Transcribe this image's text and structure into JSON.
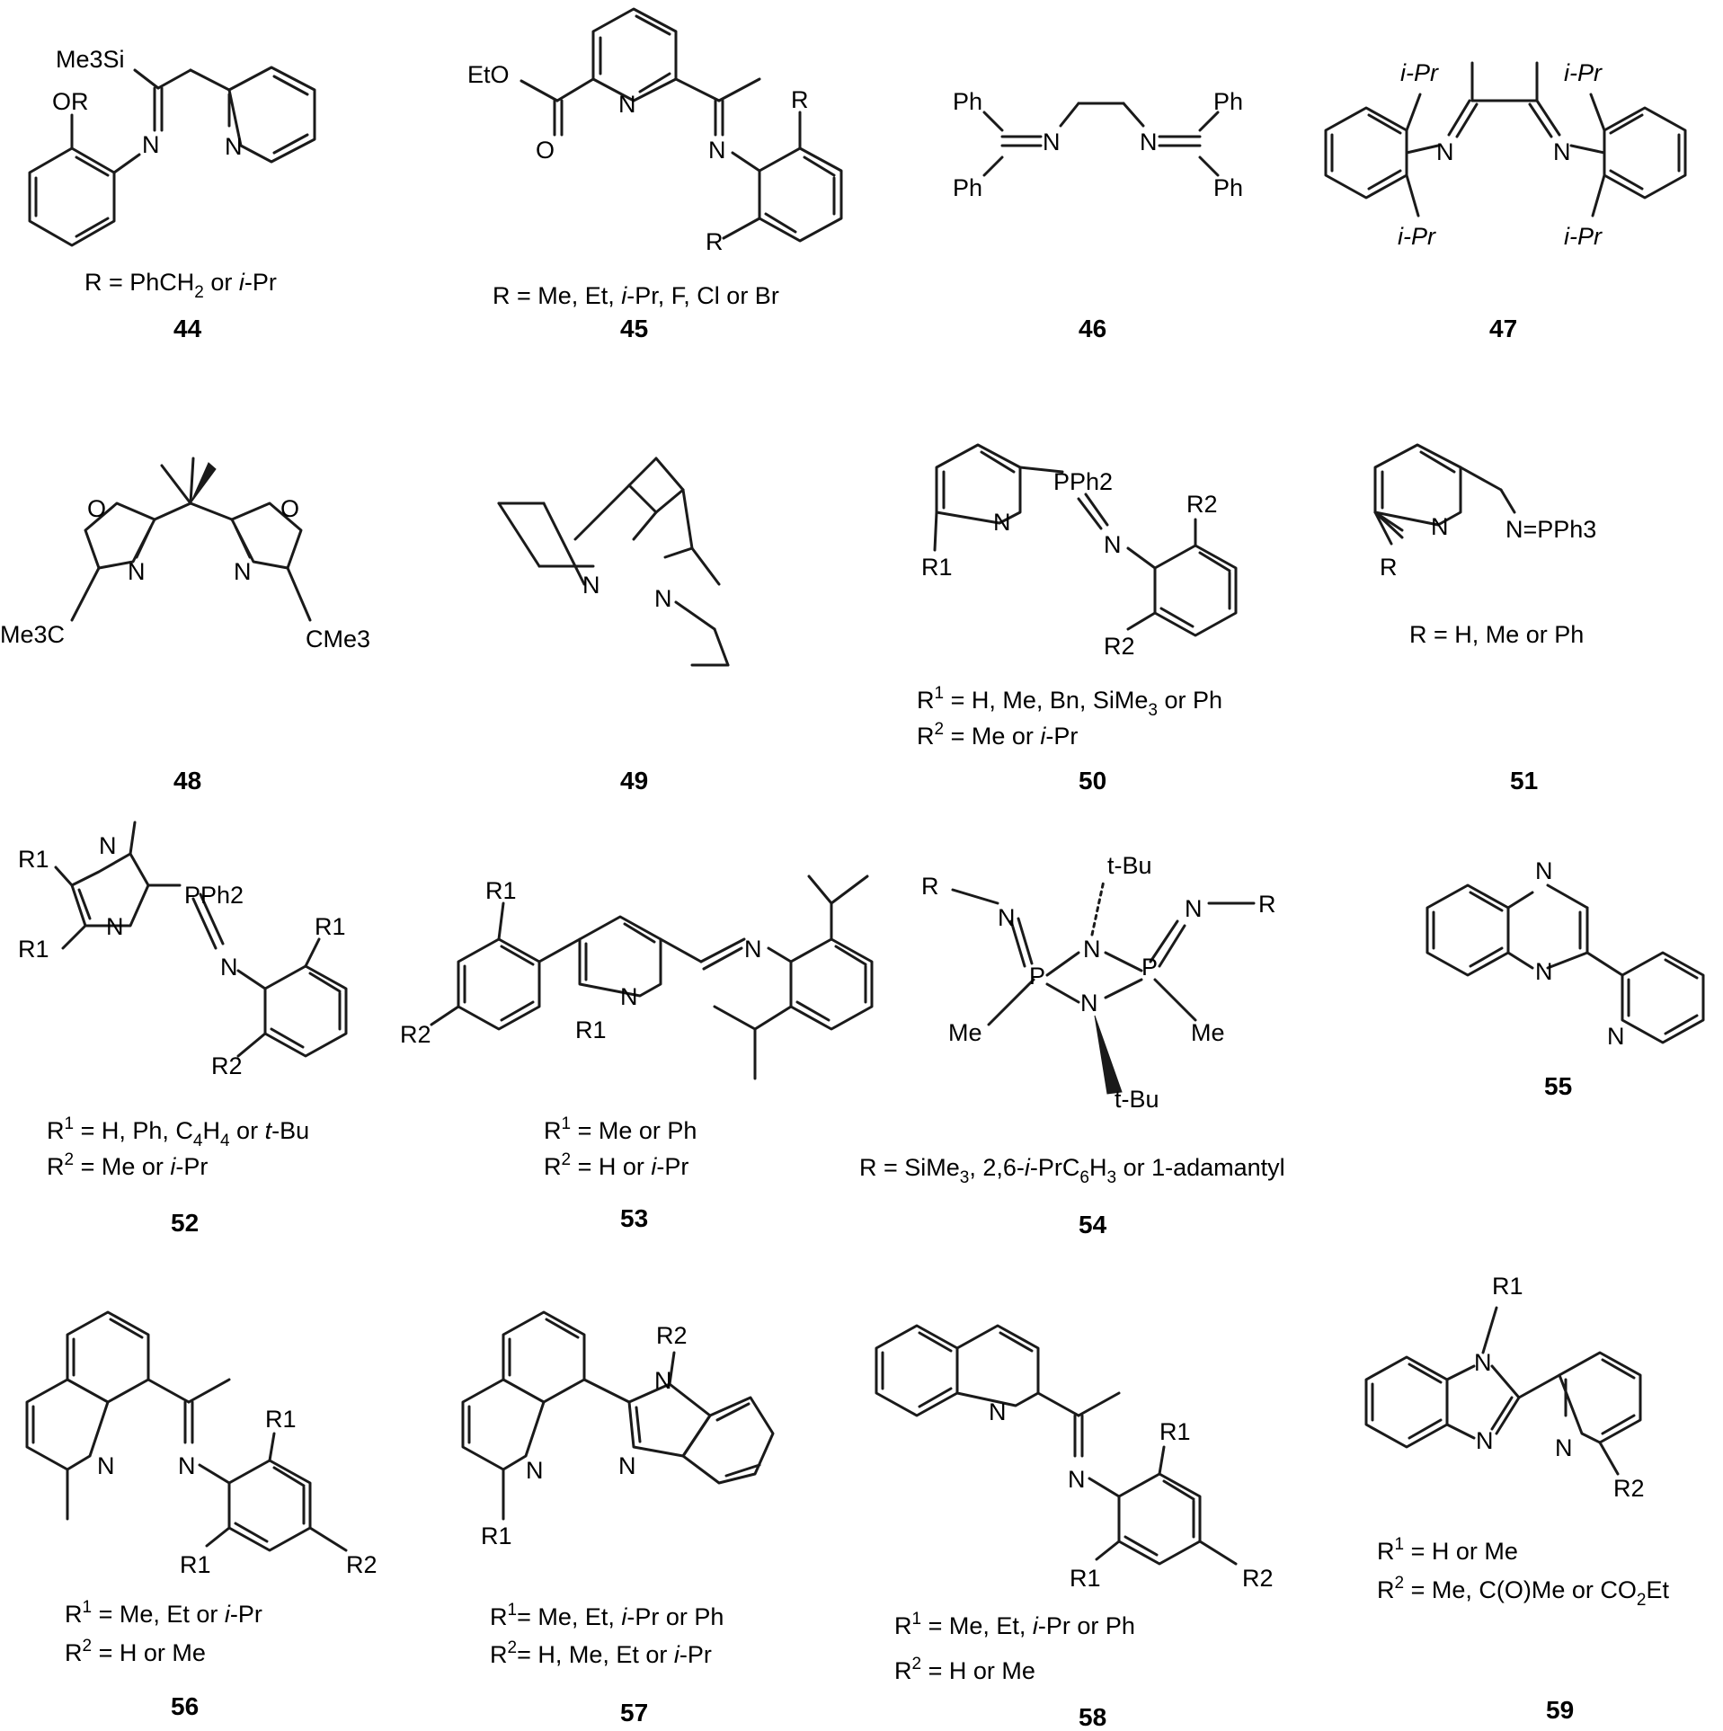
{
  "compounds": [
    {
      "id": "c44",
      "number": "44",
      "rdefs": [
        {
          "segs": [
            {
              "t": "R = PhCH"
            },
            {
              "t": "2",
              "sub": true
            },
            {
              "t": " or "
            },
            {
              "t": "i",
              "it": true
            },
            {
              "t": "-Pr"
            }
          ]
        }
      ],
      "atoms": {
        "me3si": "Me3Si",
        "or": "OR",
        "n": "N",
        "npy": "N"
      }
    },
    {
      "id": "c45",
      "number": "45",
      "rdefs": [
        {
          "segs": [
            {
              "t": "R = Me, Et, "
            },
            {
              "t": "i",
              "it": true
            },
            {
              "t": "-Pr, F, Cl or Br"
            }
          ]
        }
      ],
      "atoms": {
        "eto": "EtO",
        "o": "O",
        "npy": "N",
        "n": "N",
        "r_top": "R",
        "r_bot": "R"
      }
    },
    {
      "id": "c46",
      "number": "46",
      "rdefs": [],
      "atoms": {
        "ph": "Ph",
        "n": "N"
      }
    },
    {
      "id": "c47",
      "number": "47",
      "rdefs": [],
      "atoms": {
        "ipr": "i-Pr",
        "n": "N"
      }
    },
    {
      "id": "c48",
      "number": "48",
      "rdefs": [],
      "atoms": {
        "o": "O",
        "n": "N",
        "cme3_l": "Me3C",
        "cme3_r": "CMe3"
      }
    },
    {
      "id": "c49",
      "number": "49",
      "rdefs": [],
      "atoms": {
        "n": "N"
      }
    },
    {
      "id": "c50",
      "number": "50",
      "rdefs": [
        {
          "segs": [
            {
              "t": "R"
            },
            {
              "t": "1",
              "sup": true
            },
            {
              "t": " = H, Me, Bn, SiMe"
            },
            {
              "t": "3",
              "sub": true
            },
            {
              "t": " or Ph"
            }
          ]
        },
        {
          "segs": [
            {
              "t": "R"
            },
            {
              "t": "2",
              "sup": true
            },
            {
              "t": " = Me or "
            },
            {
              "t": "i",
              "it": true
            },
            {
              "t": "-Pr"
            }
          ]
        }
      ],
      "atoms": {
        "pph2": "PPh2",
        "n": "N",
        "r1": "R1",
        "r2": "R2"
      }
    },
    {
      "id": "c51",
      "number": "51",
      "rdefs": [
        {
          "segs": [
            {
              "t": "R = H, Me or Ph"
            }
          ]
        }
      ],
      "atoms": {
        "n": "N",
        "npph3": "N=PPh3",
        "r": "R"
      }
    },
    {
      "id": "c52",
      "number": "52",
      "rdefs": [
        {
          "segs": [
            {
              "t": "R"
            },
            {
              "t": "1",
              "sup": true
            },
            {
              "t": " = H, Ph, C"
            },
            {
              "t": "4",
              "sub": true
            },
            {
              "t": "H"
            },
            {
              "t": "4",
              "sub": true
            },
            {
              "t": " or "
            },
            {
              "t": "t",
              "it": true
            },
            {
              "t": "-Bu"
            }
          ]
        },
        {
          "segs": [
            {
              "t": "R"
            },
            {
              "t": "2",
              "sup": true
            },
            {
              "t": " = Me or "
            },
            {
              "t": "i",
              "it": true
            },
            {
              "t": "-Pr"
            }
          ]
        }
      ],
      "atoms": {
        "pph2": "PPh2",
        "n": "N",
        "r1": "R1",
        "r2": "R2"
      }
    },
    {
      "id": "c53",
      "number": "53",
      "rdefs": [
        {
          "segs": [
            {
              "t": "R"
            },
            {
              "t": "1",
              "sup": true
            },
            {
              "t": " = Me or Ph"
            }
          ]
        },
        {
          "segs": [
            {
              "t": "R"
            },
            {
              "t": "2",
              "sup": true
            },
            {
              "t": " = H or "
            },
            {
              "t": "i",
              "it": true
            },
            {
              "t": "-Pr"
            }
          ]
        }
      ],
      "atoms": {
        "n": "N",
        "r1": "R1",
        "r2": "R2"
      }
    },
    {
      "id": "c54",
      "number": "54",
      "rdefs": [
        {
          "segs": [
            {
              "t": "R = SiMe"
            },
            {
              "t": "3",
              "sub": true
            },
            {
              "t": ", 2,6-"
            },
            {
              "t": "i",
              "it": true
            },
            {
              "t": "-PrC"
            },
            {
              "t": "6",
              "sub": true
            },
            {
              "t": "H"
            },
            {
              "t": "3",
              "sub": true
            },
            {
              "t": " or 1-adamantyl"
            }
          ]
        }
      ],
      "atoms": {
        "r": "R",
        "n": "N",
        "p": "P",
        "me": "Me",
        "tbu": "t-Bu"
      }
    },
    {
      "id": "c55",
      "number": "55",
      "rdefs": [],
      "atoms": {
        "n": "N"
      }
    },
    {
      "id": "c56",
      "number": "56",
      "rdefs": [
        {
          "segs": [
            {
              "t": "R"
            },
            {
              "t": "1",
              "sup": true
            },
            {
              "t": " = Me, Et or "
            },
            {
              "t": "i",
              "it": true
            },
            {
              "t": "-Pr"
            }
          ]
        },
        {
          "segs": [
            {
              "t": "R"
            },
            {
              "t": "2",
              "sup": true
            },
            {
              "t": " = H or Me"
            }
          ]
        }
      ],
      "atoms": {
        "n": "N",
        "r1": "R1",
        "r2": "R2"
      }
    },
    {
      "id": "c57",
      "number": "57",
      "rdefs": [
        {
          "segs": [
            {
              "t": "R"
            },
            {
              "t": "1",
              "sup": true
            },
            {
              "t": "= Me, Et, "
            },
            {
              "t": "i",
              "it": true
            },
            {
              "t": "-Pr or Ph"
            }
          ]
        },
        {
          "segs": [
            {
              "t": "R"
            },
            {
              "t": "2",
              "sup": true
            },
            {
              "t": "= H, Me, Et or "
            },
            {
              "t": "i",
              "it": true
            },
            {
              "t": "-Pr"
            }
          ]
        }
      ],
      "atoms": {
        "n": "N",
        "r1": "R1",
        "r2": "R2"
      }
    },
    {
      "id": "c58",
      "number": "58",
      "rdefs": [
        {
          "segs": [
            {
              "t": "R"
            },
            {
              "t": "1",
              "sup": true
            },
            {
              "t": " = Me, Et, "
            },
            {
              "t": "i",
              "it": true
            },
            {
              "t": "-Pr or Ph"
            }
          ]
        },
        {
          "segs": [
            {
              "t": "R"
            },
            {
              "t": "2",
              "sup": true
            },
            {
              "t": " = H or Me"
            }
          ]
        }
      ],
      "atoms": {
        "n": "N",
        "r1": "R1",
        "r2": "R2"
      }
    },
    {
      "id": "c59",
      "number": "59",
      "rdefs": [
        {
          "segs": [
            {
              "t": "R"
            },
            {
              "t": "1",
              "sup": true
            },
            {
              "t": " = H or Me"
            }
          ]
        },
        {
          "segs": [
            {
              "t": "R"
            },
            {
              "t": "2",
              "sup": true
            },
            {
              "t": " = Me, C(O)Me or CO"
            },
            {
              "t": "2",
              "sub": true
            },
            {
              "t": "Et"
            }
          ]
        }
      ],
      "atoms": {
        "n": "N",
        "r1": "R1",
        "r2": "R2"
      }
    }
  ]
}
